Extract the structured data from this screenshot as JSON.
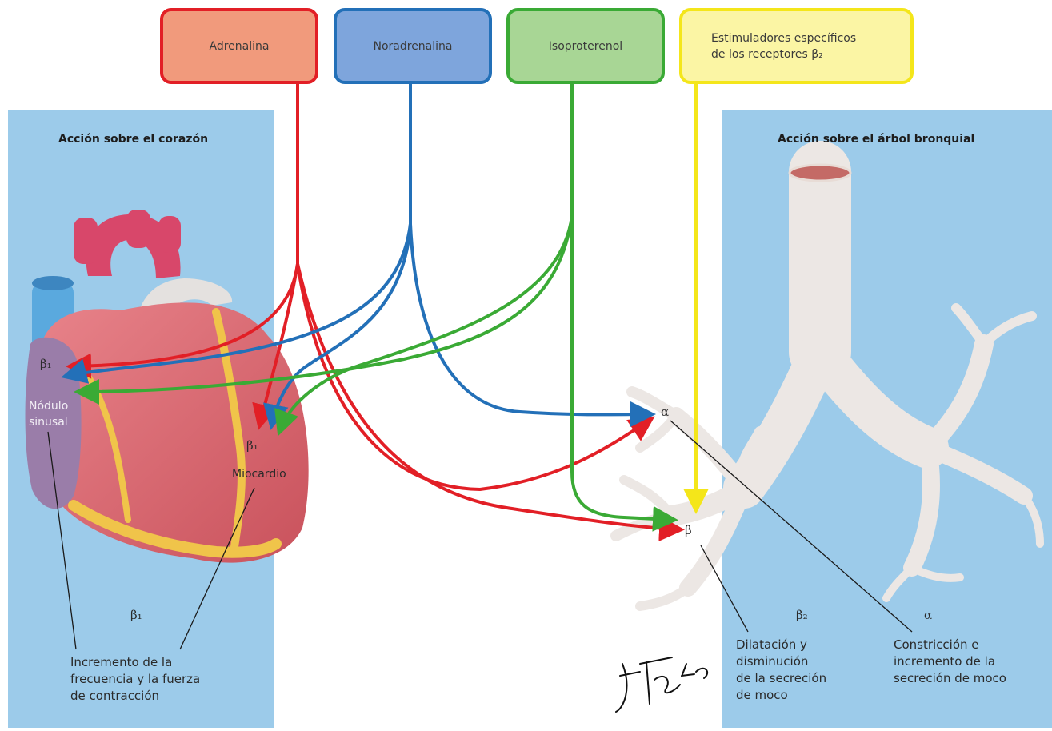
{
  "agonists": {
    "adrenaline": "Adrenalina",
    "noradrenaline": "Noradrenalina",
    "isoproterenol": "Isoproterenol",
    "beta2_line1": "Estimuladores específicos",
    "beta2_line2": "de los receptores β₂"
  },
  "heart_panel": {
    "title": "Acción sobre el corazón",
    "sinus_receptor": "β₁",
    "sinus_node": "Nódulo\nsinusal",
    "myocardium_receptor": "β₁",
    "myocardium": "Miocardio",
    "receptor_type": "β₁",
    "effect": "Incremento de la\nfrecuencia y la fuerza\nde contracción"
  },
  "lung_panel": {
    "title": "Acción sobre el árbol bronquial",
    "alpha_site": "α",
    "beta_site": "β",
    "beta2_type": "β₂",
    "beta2_effect": "Dilatación y\ndisminución\nde la secreción\nde moco",
    "alpha_type": "α",
    "alpha_effect": "Constricción e\nincremento de la\nsecreción de moco"
  },
  "colors": {
    "adrenaline": "#e21f26",
    "noradrenaline": "#2370b8",
    "isoproterenol": "#3aaa35",
    "beta2": "#f4e61a",
    "panel": "#9ccbea"
  }
}
